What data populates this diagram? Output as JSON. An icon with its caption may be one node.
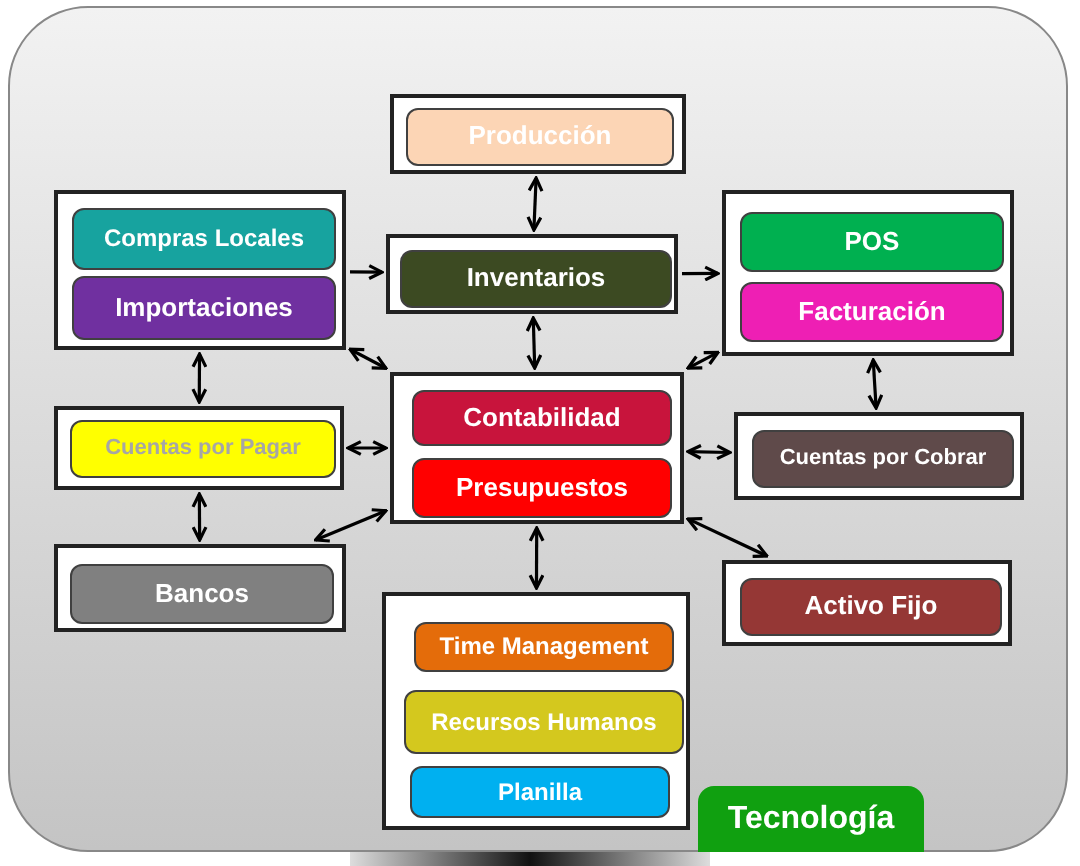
{
  "diagram": {
    "nodes": [
      {
        "text": [],
        "shape": "box"
      },
      {
        "text": [
          "Producción"
        ],
        "in": 0
      },
      {
        "text": [],
        "shape": "box"
      },
      {
        "text": [
          "Compras Locales"
        ],
        "in": 2
      },
      {
        "text": [
          "Importaciones"
        ],
        "in": 2
      },
      {
        "text": [],
        "shape": "box"
      },
      {
        "text": [
          "Inventarios"
        ],
        "in": 5
      },
      {
        "text": [],
        "shape": "box"
      },
      {
        "text": [
          "POS"
        ],
        "in": 7
      },
      {
        "text": [
          "Facturación"
        ],
        "in": 7
      },
      {
        "text": [],
        "shape": "box"
      },
      {
        "text": [
          "Cuentas por Pagar"
        ],
        "in": 10
      },
      {
        "text": [],
        "shape": "box"
      },
      {
        "text": [
          "Contabilidad"
        ],
        "in": 12
      },
      {
        "text": [
          "Presupuestos"
        ],
        "in": 12
      },
      {
        "text": [],
        "shape": "box"
      },
      {
        "text": [
          "Cuentas por Cobrar"
        ],
        "in": 15
      },
      {
        "text": [],
        "shape": "box"
      },
      {
        "text": [
          "Bancos"
        ],
        "in": 17
      },
      {
        "text": [],
        "shape": "box"
      },
      {
        "text": [
          "Activo Fijo"
        ],
        "in": 19
      },
      {
        "text": [],
        "shape": "box"
      },
      {
        "text": [
          "Time Management"
        ],
        "in": 21
      },
      {
        "text": [
          "Recursos Humanos"
        ],
        "in": 21
      },
      {
        "text": [
          "Planilla"
        ],
        "in": 21
      },
      {
        "text": [
          "Tecnología"
        ]
      }
    ],
    "edges": [
      {
        "from": 0,
        "to": 5,
        "arrow": "both"
      },
      {
        "from": 2,
        "to": 5,
        "arrow": "to"
      },
      {
        "from": 5,
        "to": 7,
        "arrow": "to"
      },
      {
        "from": 5,
        "to": 12,
        "arrow": "both"
      },
      {
        "from": 2,
        "to": 10,
        "arrow": "both"
      },
      {
        "from": 2,
        "to": 12,
        "arrow": "both"
      },
      {
        "from": 7,
        "to": 12,
        "arrow": "both"
      },
      {
        "from": 7,
        "to": 15,
        "arrow": "both"
      },
      {
        "from": 10,
        "to": 12,
        "arrow": "both"
      },
      {
        "from": 12,
        "to": 15,
        "arrow": "both"
      },
      {
        "from": 10,
        "to": 17,
        "arrow": "both"
      },
      {
        "from": 17,
        "to": 12,
        "arrow": "both"
      },
      {
        "from": 12,
        "to": 21,
        "arrow": "both"
      },
      {
        "from": 12,
        "to": 19,
        "arrow": "both"
      }
    ]
  }
}
